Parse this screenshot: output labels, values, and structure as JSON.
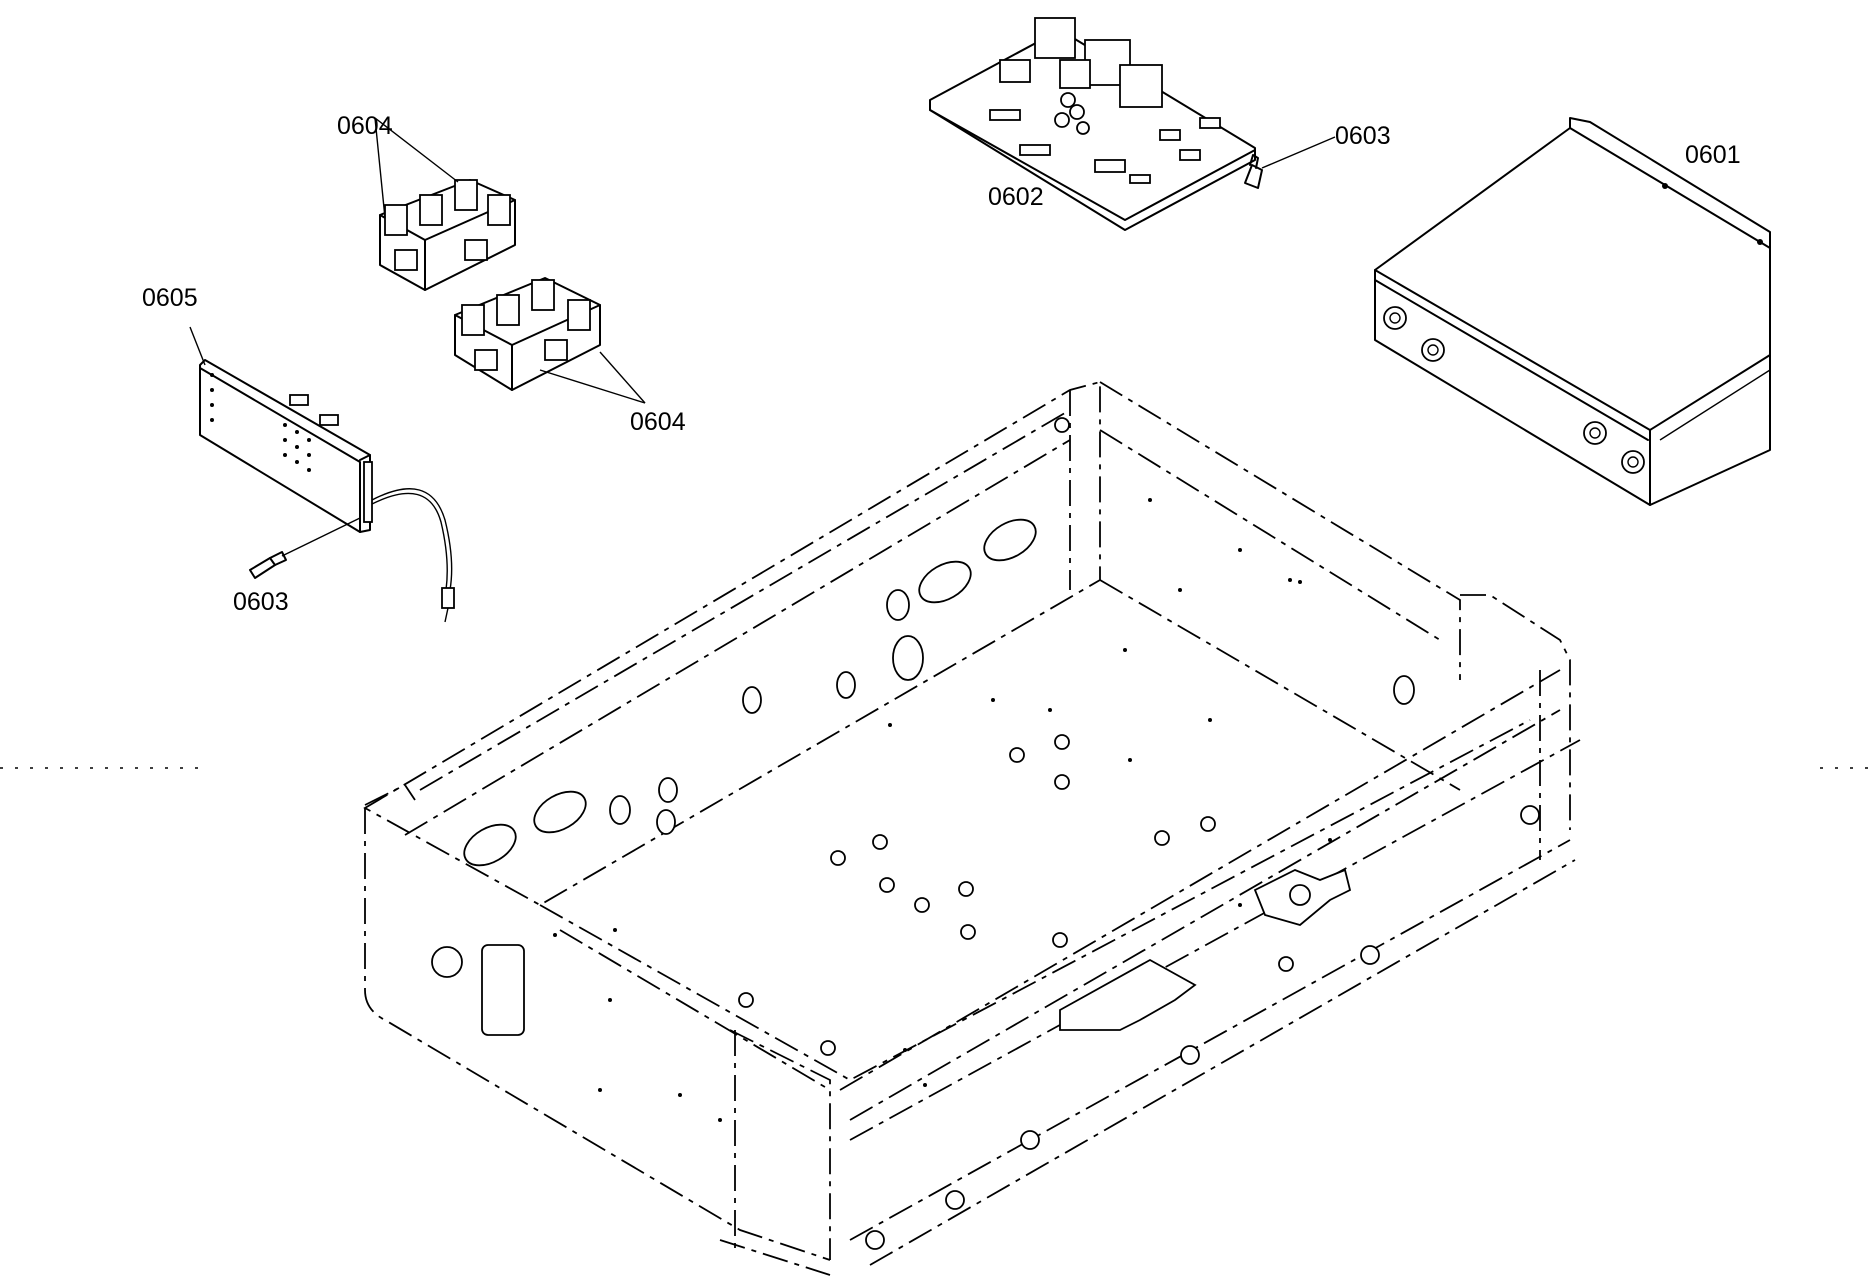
{
  "labels": {
    "housing_cover": "0601",
    "control_board": "0602",
    "fastener_top": "0603",
    "fastener_bottom": "0603",
    "relay_block_upper": "0604",
    "relay_block_lower": "0604",
    "display_board": "0605"
  },
  "colors": {
    "line": "#000000",
    "background": "#ffffff"
  }
}
